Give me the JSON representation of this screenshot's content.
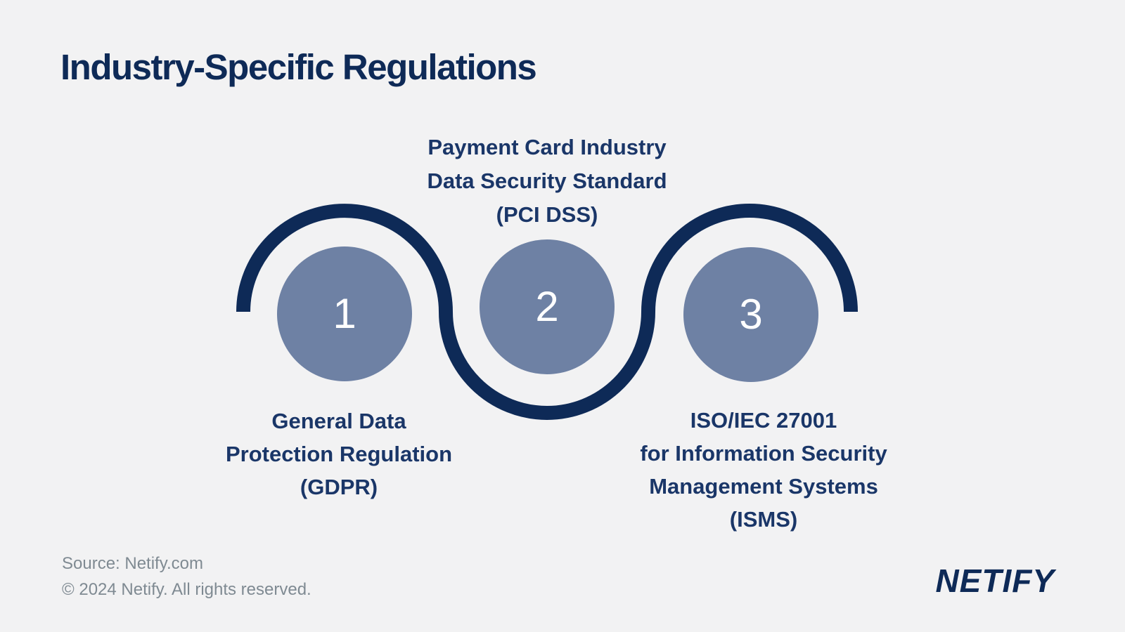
{
  "title": "Industry-Specific Regulations",
  "colors": {
    "background": "#f2f2f3",
    "primary_navy": "#0e2a57",
    "label_navy": "#1a3668",
    "circle_fill": "#6e81a4",
    "number_white": "#ffffff",
    "footer_gray": "#7f8a92"
  },
  "steps": [
    {
      "number": "1",
      "label_position": "below",
      "label_lines": [
        "General Data",
        "Protection Regulation",
        "(GDPR)"
      ]
    },
    {
      "number": "2",
      "label_position": "above",
      "label_lines": [
        "Payment Card Industry",
        "Data Security Standard",
        "(PCI DSS)"
      ]
    },
    {
      "number": "3",
      "label_position": "below",
      "label_lines": [
        "ISO/IEC 27001",
        "for Information Security",
        "Management Systems",
        "(ISMS)"
      ]
    }
  ],
  "footer": {
    "source": "Source: Netify.com",
    "copyright": "© 2024 Netify. All rights reserved.",
    "logo": "NETIFY"
  }
}
